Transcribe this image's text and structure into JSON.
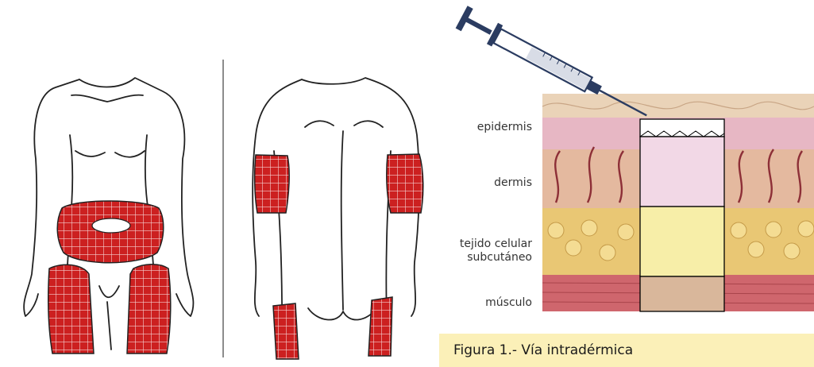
{
  "layers": {
    "epidermis": "epidermis",
    "dermis": "dermis",
    "subcutaneous": "tejido celular\nsubcutáneo",
    "muscle": "músculo"
  },
  "caption": "Figura 1.- Vía intradérmica",
  "colors": {
    "injection_zone": "#d42a2a",
    "epidermis_band": "#ffffff",
    "dermis_band": "#f2d8e6",
    "subcutaneous_band": "#f7eea8",
    "muscle_band": "#d9b79b",
    "caption_background": "#fbf0b8"
  },
  "icons": [
    "body-front-outline",
    "body-back-outline",
    "syringe-icon"
  ]
}
